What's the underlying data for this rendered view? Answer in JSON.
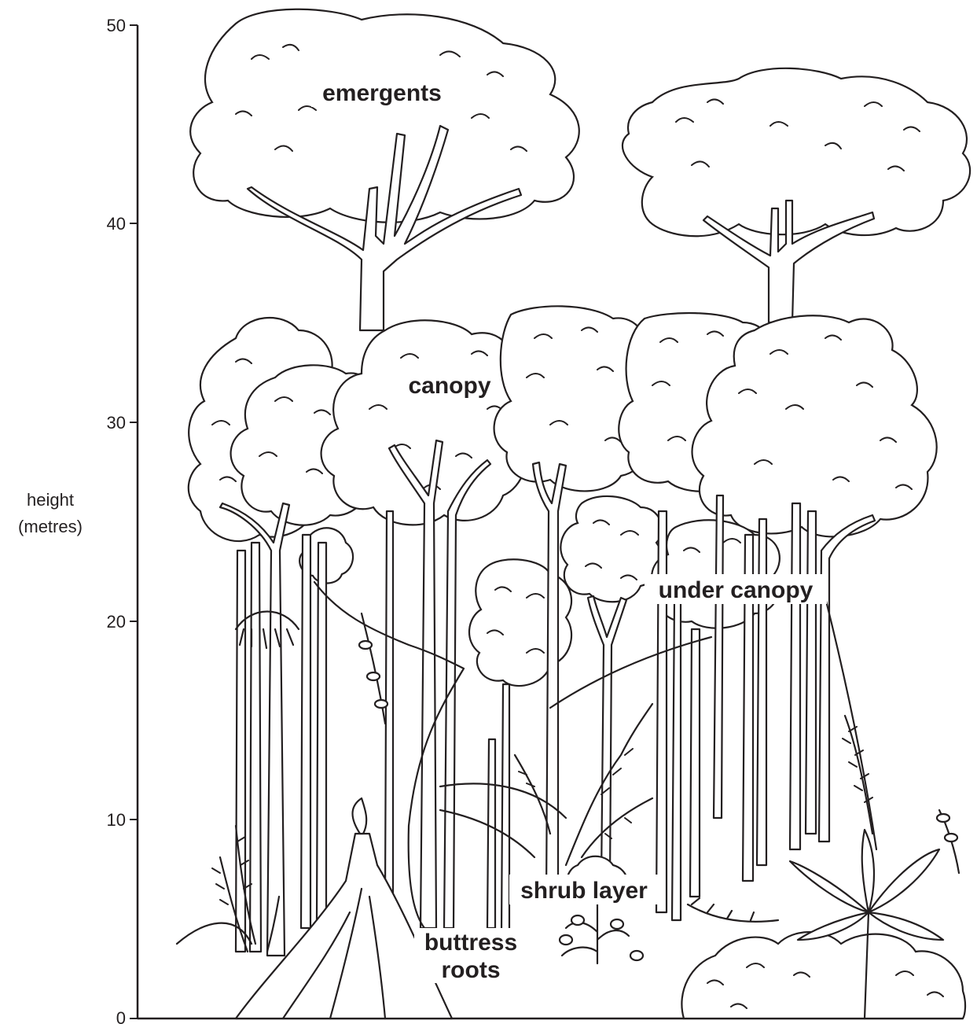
{
  "axis": {
    "title_line1": "height",
    "title_line2": "(metres)",
    "ticks": [
      "0",
      "10",
      "20",
      "30",
      "40",
      "50"
    ]
  },
  "layers": {
    "emergents": "emergents",
    "canopy": "canopy",
    "under_canopy": "under canopy",
    "shrub_layer": "shrub layer",
    "buttress_line1": "buttress",
    "buttress_line2": "roots"
  }
}
